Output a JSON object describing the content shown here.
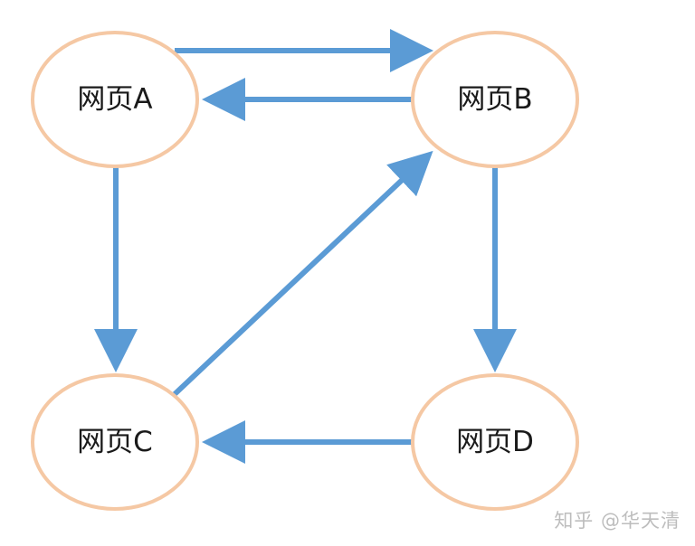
{
  "diagram": {
    "node_stroke_color": "#f5c8a4",
    "edge_color": "#5b9bd5",
    "nodes": [
      {
        "id": "A",
        "label": "网页A"
      },
      {
        "id": "B",
        "label": "网页B"
      },
      {
        "id": "C",
        "label": "网页C"
      },
      {
        "id": "D",
        "label": "网页D"
      }
    ],
    "edges": [
      {
        "from": "A",
        "to": "B"
      },
      {
        "from": "B",
        "to": "A"
      },
      {
        "from": "A",
        "to": "C"
      },
      {
        "from": "C",
        "to": "B"
      },
      {
        "from": "B",
        "to": "D"
      },
      {
        "from": "D",
        "to": "C"
      }
    ]
  },
  "watermark": {
    "text": "知乎 @华天清"
  }
}
